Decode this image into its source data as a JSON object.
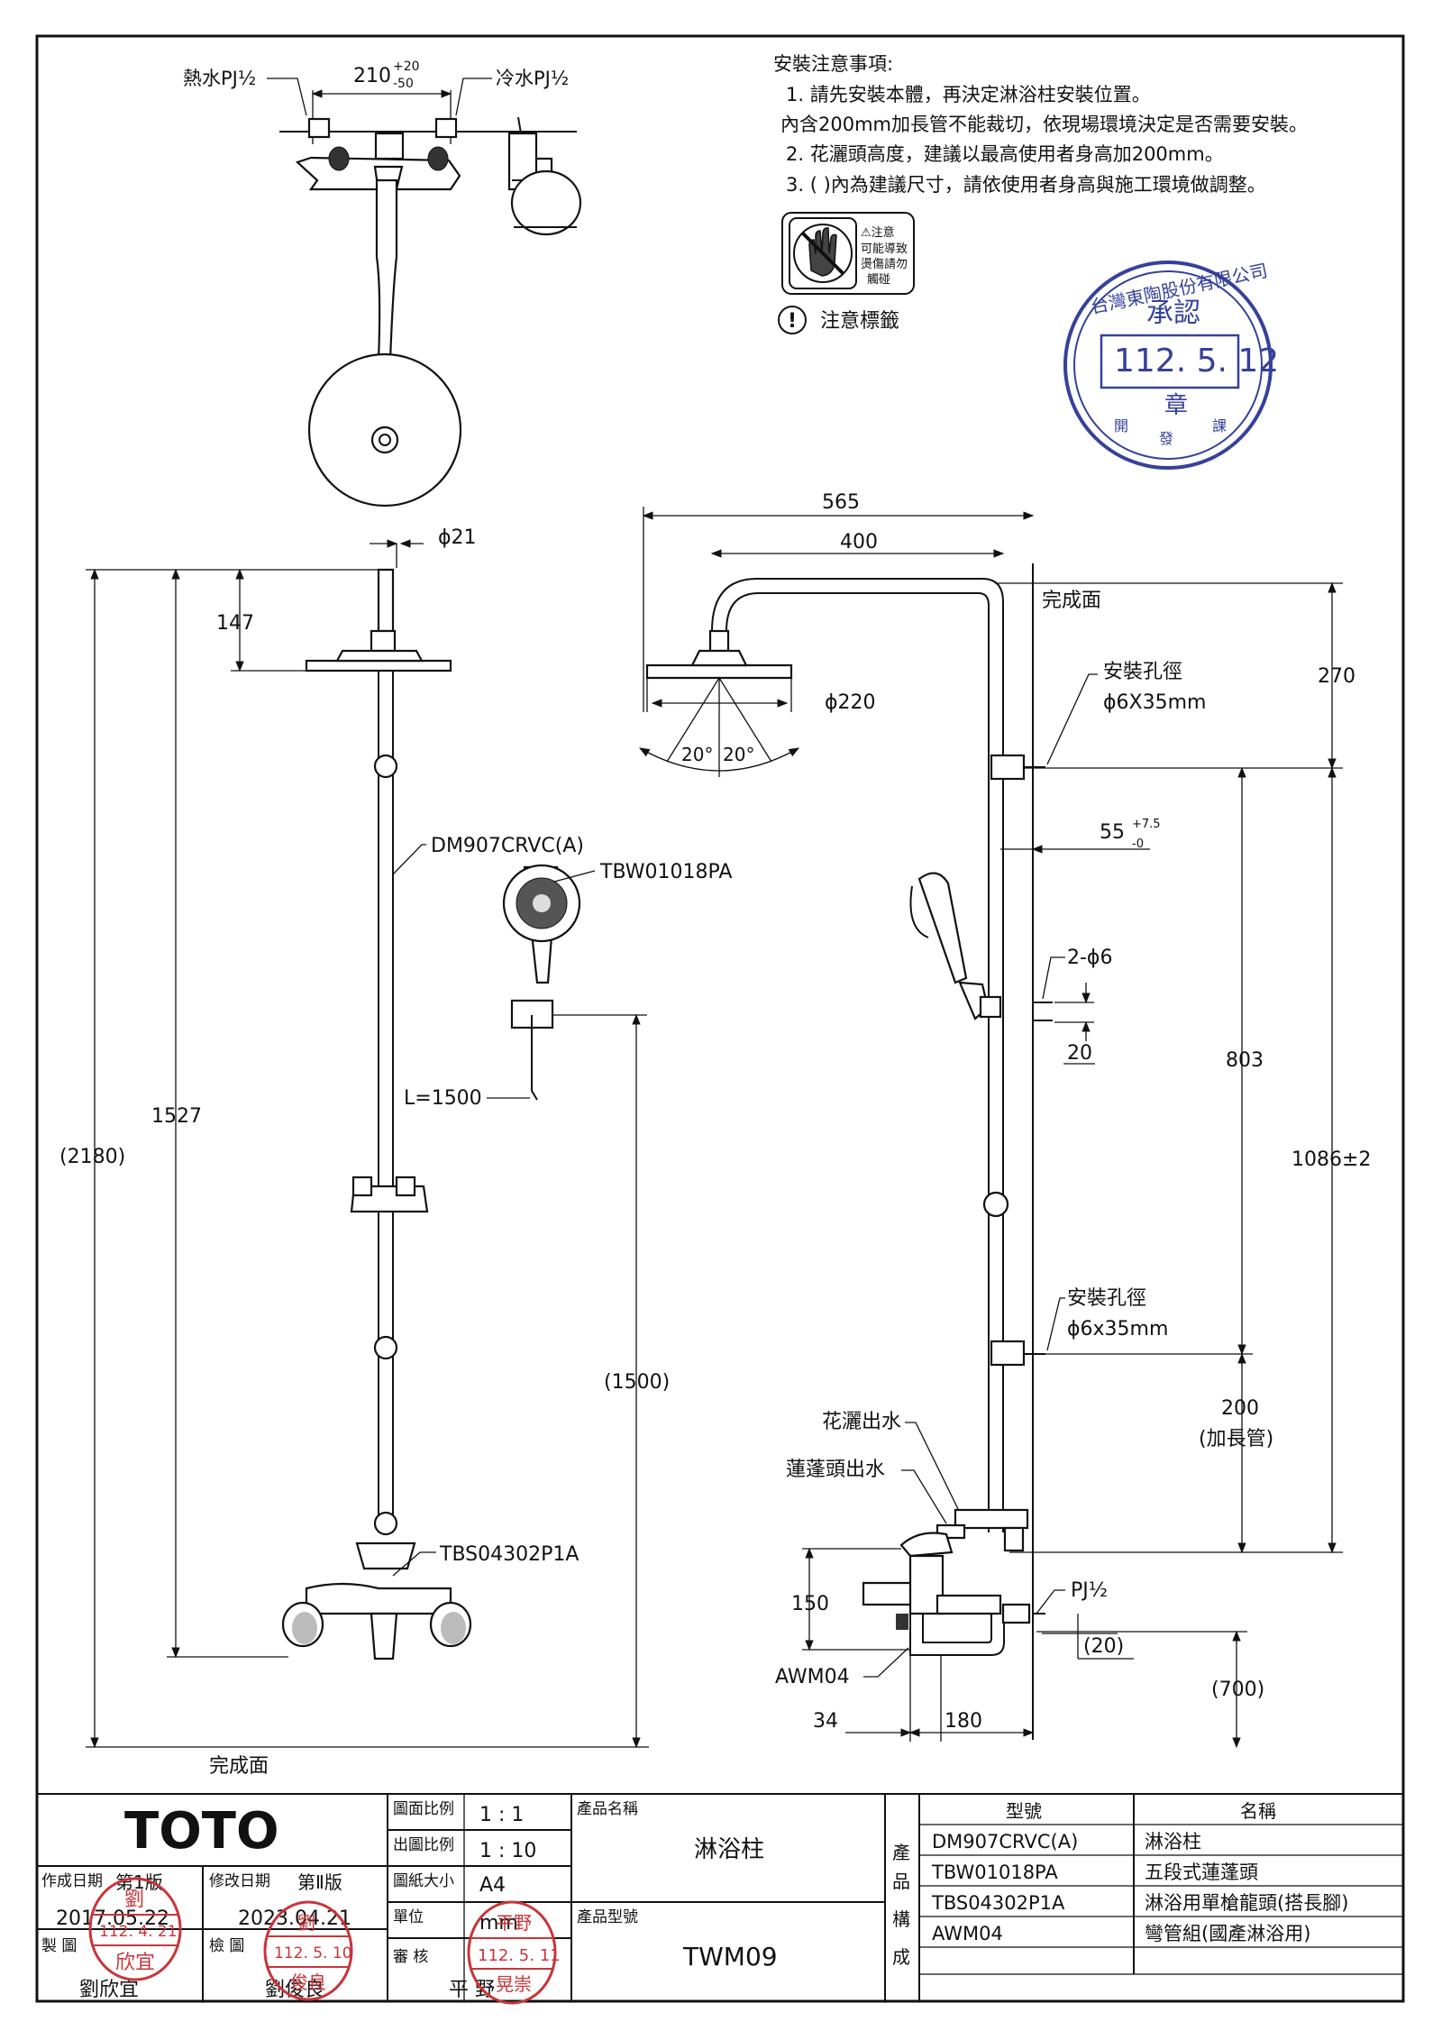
{
  "notes": {
    "heading": "安裝注意事項:",
    "lines": [
      "1. 請先安裝本體，再決定淋浴柱安裝位置。",
      "內含200mm加長管不能裁切，依現場環境決定是否需要安裝。",
      "2. 花灑頭高度，建議以最高使用者身高加200mm。",
      "3. ( )內為建議尺寸，請依使用者身高與施工環境做調整。"
    ],
    "caution_label": "⚠注意",
    "caution_lines": [
      "可能導致",
      "燙傷請勿",
      "觸碰"
    ],
    "warning_label": "注意標籤"
  },
  "approval_stamp": {
    "ring_text": "台灣東陶股份有限公司",
    "title": "承認",
    "date": "112. 5. 12",
    "seal": "章",
    "bottom_left": "開",
    "bottom_mid": "發",
    "bottom_right": "課"
  },
  "top_view": {
    "hot_label": "熱水PJ½",
    "cold_label": "冷水PJ½",
    "spacing": "210",
    "tol_up": "+20",
    "tol_down": "-50"
  },
  "front_view": {
    "pipe_dia": "ϕ21",
    "dim_147": "147",
    "dim_1527": "1527",
    "dim_2180": "(2180)",
    "dim_1500": "(1500)",
    "label_column": "DM907CRVC(A)",
    "label_handshower": "TBW01018PA",
    "label_hose": "L=1500",
    "label_faucet": "TBS04302P1A",
    "finish_floor": "完成面"
  },
  "side_view": {
    "dim_565": "565",
    "dim_400": "400",
    "finish_wall": "完成面",
    "dim_270": "270",
    "hole_top_label": "安裝孔徑",
    "hole_top_size": "ϕ6X35mm",
    "head_dia": "ϕ220",
    "angle_left": "20°",
    "angle_right": "20°",
    "dim_55": "55",
    "dim_55_up": "+7.5",
    "dim_55_down": "-0",
    "holes_2": "2-ϕ6",
    "dim_20": "20",
    "dim_803": "803",
    "dim_1086": "1086±2",
    "hole_bottom_label": "安裝孔徑",
    "hole_bottom_size": "ϕ6x35mm",
    "dim_200": "200",
    "dim_200_note": "(加長管)",
    "outlet_head": "花灑出水",
    "outlet_hand": "蓮蓬頭出水",
    "pj_label": "PJ½",
    "dim_150": "150",
    "dim_20b": "(20)",
    "dim_700": "(700)",
    "awm": "AWM04",
    "dim_34": "34",
    "dim_180": "180"
  },
  "title_block": {
    "brand": "TOTO",
    "scale_label": "圖面比例",
    "scale_value": "1 : 1",
    "print_scale_label": "出圖比例",
    "print_scale_value": "1 : 10",
    "paper_label": "圖紙大小",
    "paper_value": "A4",
    "unit_label": "單位",
    "unit_value": "mm",
    "review_label": "審 核",
    "review_name": "平 野",
    "review_stamp_top": "平野",
    "review_stamp_date": "112. 5. 11",
    "review_stamp_bottom": "晃崇",
    "created_label": "作成日期",
    "created_version": "第1版",
    "created_date": "2017.05.22",
    "modified_label": "修改日期",
    "modified_version": "第Ⅱ版",
    "modified_date": "2023.04.21",
    "drawn_label": "製 圖",
    "drawn_name": "劉欣宜",
    "drawn_stamp_top": "劉",
    "drawn_stamp_date": "112. 4. 21",
    "drawn_stamp_bottom": "欣宜",
    "checked_label": "檢 圖",
    "checked_name": "劉俊良",
    "checked_stamp_top": "劉",
    "checked_stamp_date": "112. 5. 10",
    "checked_stamp_bottom": "俊良",
    "product_name_label": "產品名稱",
    "product_name": "淋浴柱",
    "product_model_label": "產品型號",
    "product_model": "TWM09",
    "components_label_1": "產",
    "components_label_2": "品",
    "components_label_3": "構",
    "components_label_4": "成",
    "col_model": "型號",
    "col_name": "名稱",
    "components": [
      {
        "model": "DM907CRVC(A)",
        "name": "淋浴柱"
      },
      {
        "model": "TBW01018PA",
        "name": "五段式蓮蓬頭"
      },
      {
        "model": "TBS04302P1A",
        "name": "淋浴用單槍龍頭(搭長腳)"
      },
      {
        "model": "AWM04",
        "name": "彎管組(國產淋浴用)"
      }
    ]
  }
}
